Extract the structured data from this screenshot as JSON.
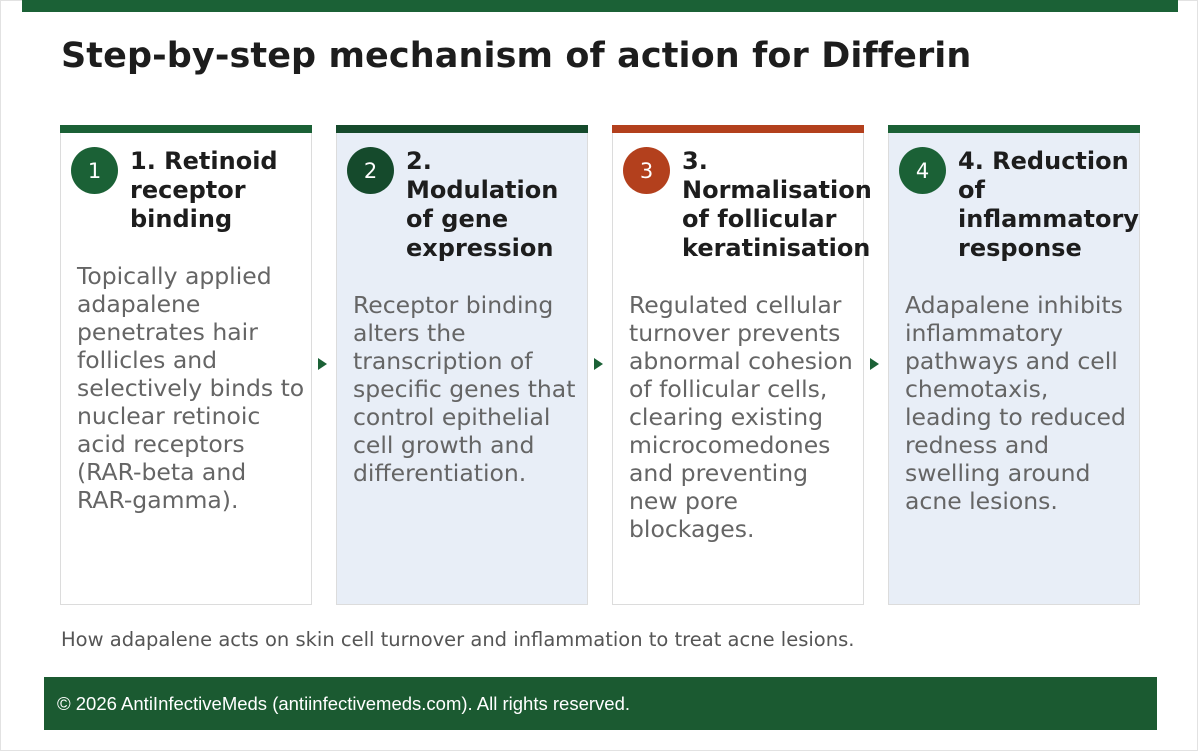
{
  "title": "Step-by-step mechanism of action for Differin",
  "colors": {
    "primary_green": "#1b6136",
    "dark_green": "#154a2c",
    "rust": "#b3401d",
    "blue_panel": "#e8eef7",
    "footer_green": "#1b5a31"
  },
  "steps": [
    {
      "number": "1",
      "title": "1. Retinoid receptor binding",
      "body": "Topically applied adapalene penetrates hair follicles and selectively binds to nuclear retinoic acid receptors (RAR-beta and RAR-gamma)."
    },
    {
      "number": "2",
      "title": "2. Modulation of gene expression",
      "body": "Receptor binding alters the transcription of specific genes that control epithelial cell growth and differentiation."
    },
    {
      "number": "3",
      "title": "3. Normalisation of follicular keratinisation",
      "body": "Regulated cellular turnover prevents abnormal cohesion of follicular cells, clearing existing microcomedones and preventing new pore blockages."
    },
    {
      "number": "4",
      "title": "4. Reduction of inflammatory response",
      "body": "Adapalene inhibits inflammatory pathways and cell chemotaxis, leading to reduced redness and swelling around acne lesions."
    }
  ],
  "caption": "How adapalene acts on skin cell turnover and inflammation to treat acne lesions.",
  "footer": "© 2026 AntiInfectiveMeds (antiinfectivemeds.com). All rights reserved."
}
